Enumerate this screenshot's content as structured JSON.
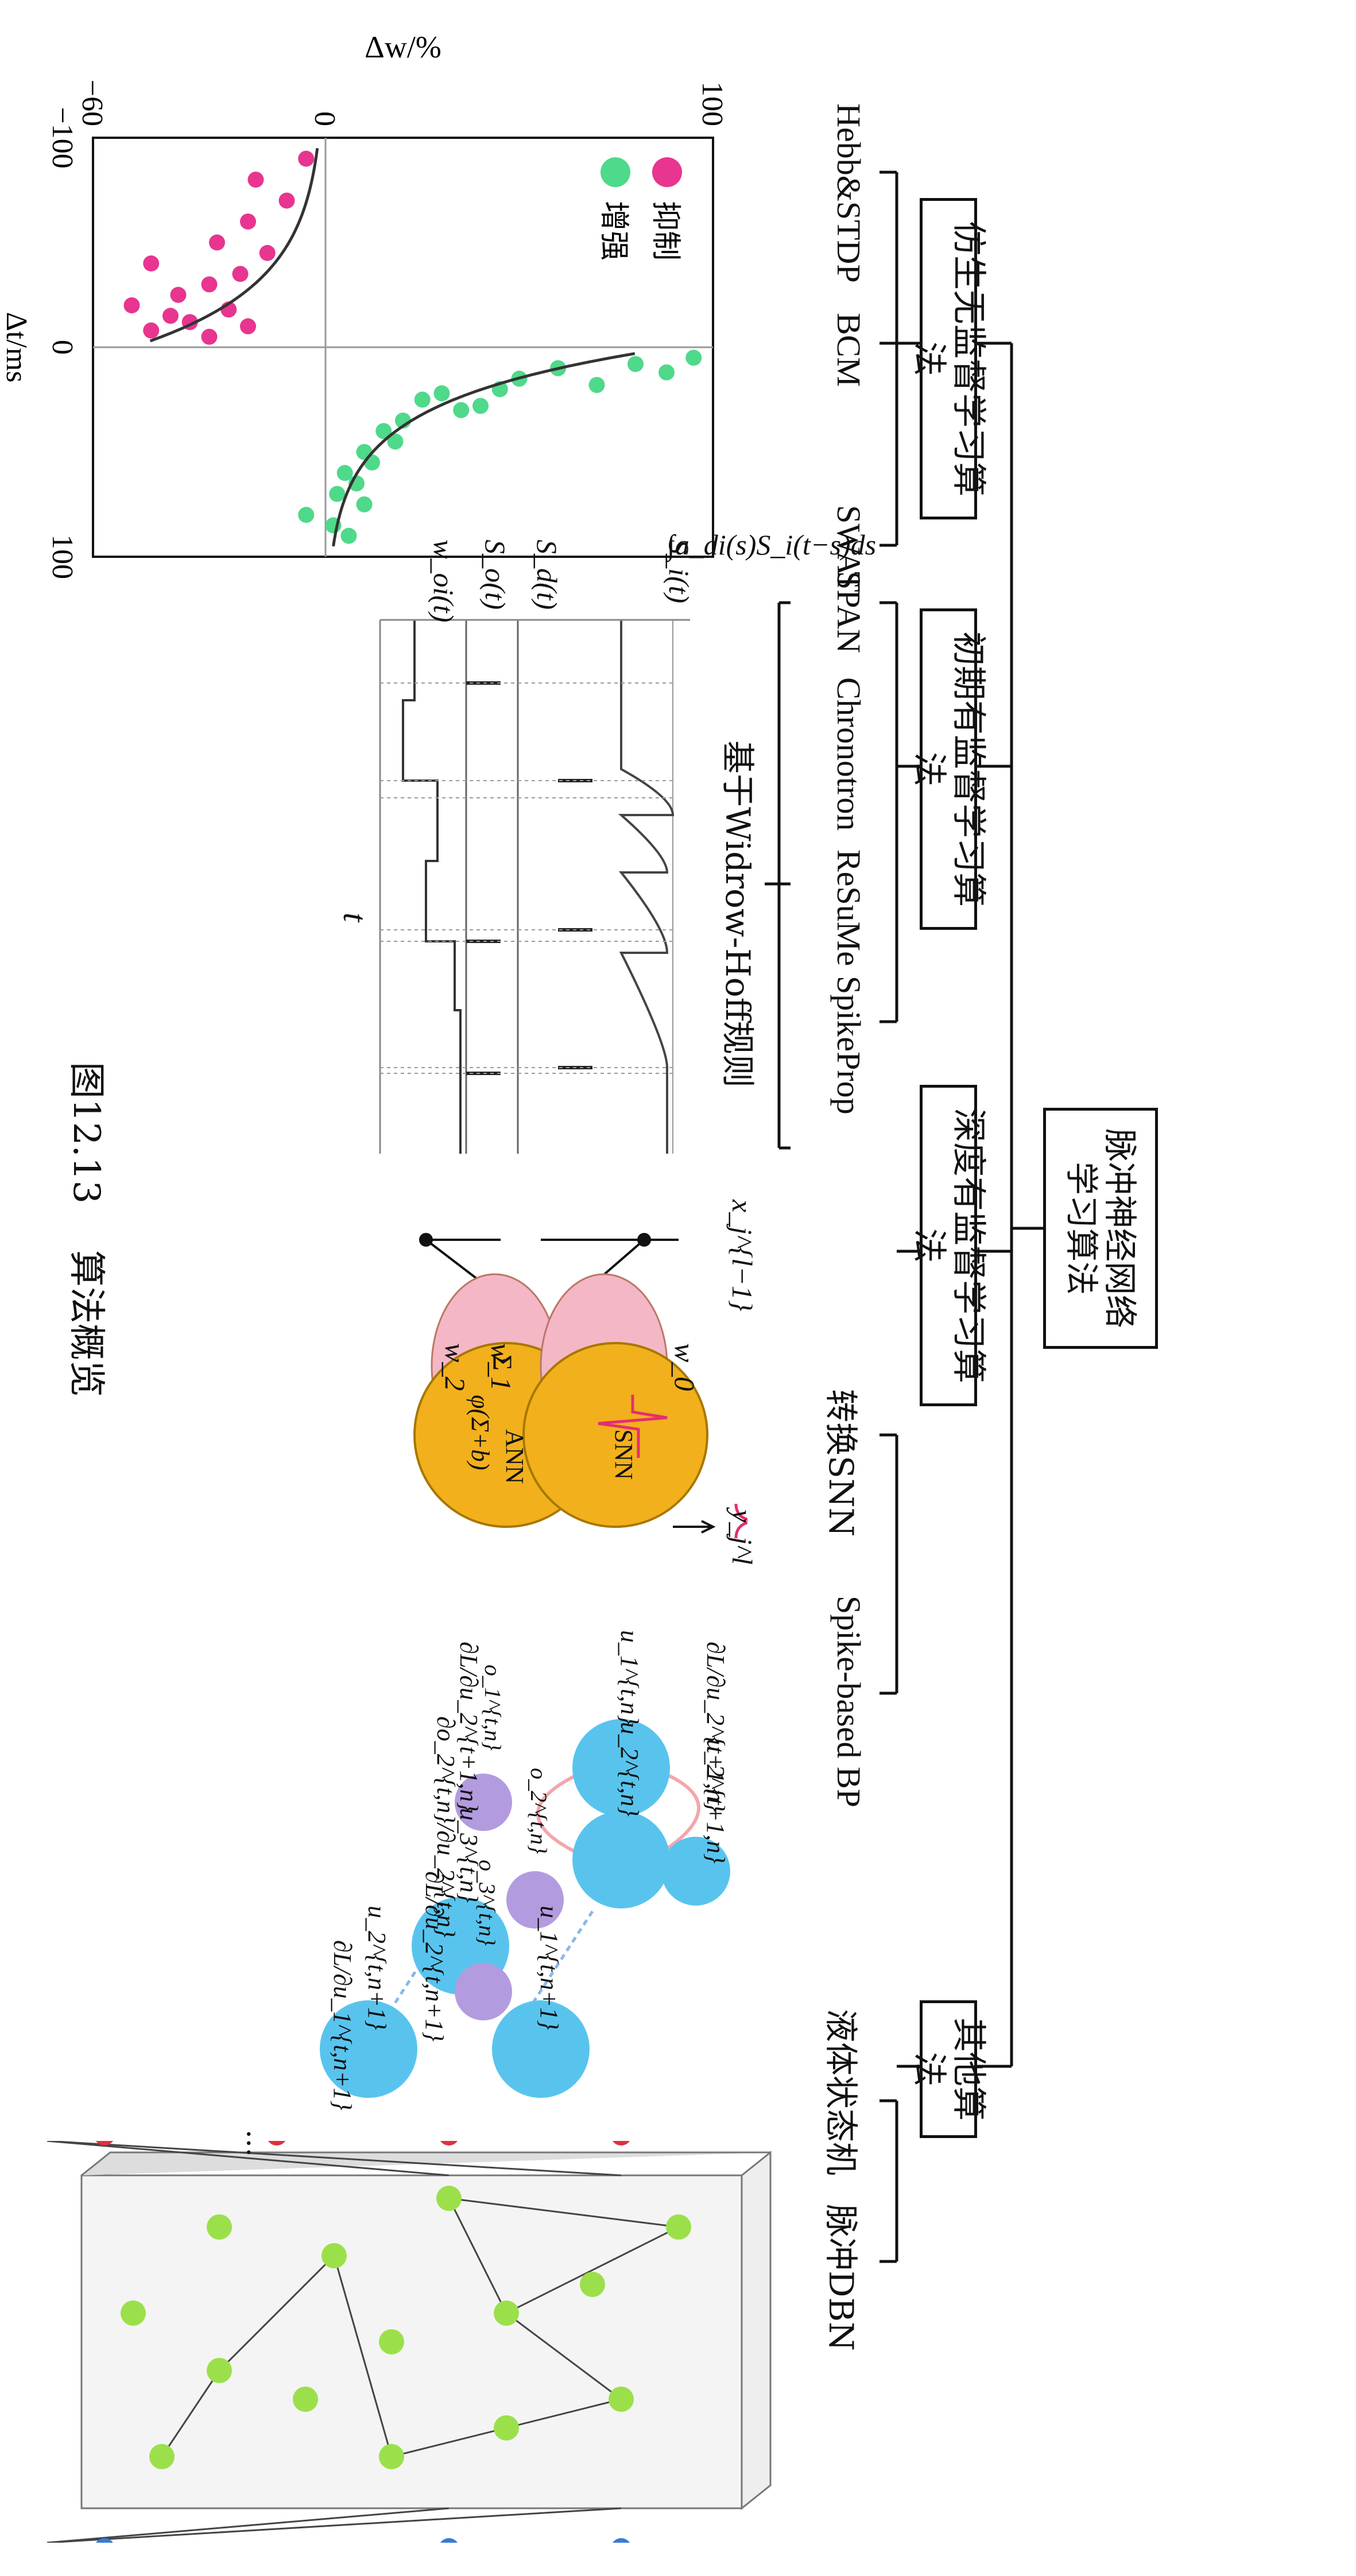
{
  "root": {
    "title_line1": "脉冲神经网络",
    "title_line2": "学习算法"
  },
  "categories": [
    {
      "name": "仿生无监督学习算法",
      "algorithms": [
        "Hebb&STDP",
        "BCM",
        "SWAT"
      ]
    },
    {
      "name": "初期有监督学习算法",
      "algorithms": [
        "SPAN",
        "Chronotron",
        "ReSuMe",
        "SpikeProp"
      ],
      "group_note": "基于Widrow-Hoff规则"
    },
    {
      "name": "深度有监督学习算法",
      "algorithms": [
        "转换SNN",
        "Spike-based BP"
      ]
    },
    {
      "name": "其他算法",
      "algorithms": [
        "液体状态机",
        "脉冲DBN"
      ]
    }
  ],
  "stdp_panel": {
    "legend": [
      "抑制",
      "增强"
    ],
    "legend_colors": {
      "抑制": "#e8358f",
      "增强": "#4fd98a"
    },
    "xlabel": "Δt/ms",
    "ylabel": "Δw/%",
    "xticks": [
      "−100",
      "0",
      "100"
    ],
    "yticks": [
      "100",
      "0",
      "−60"
    ]
  },
  "chart_data": {
    "type": "scatter",
    "xlabel": "Δt/ms",
    "ylabel": "Δw/%",
    "xlim": [
      -100,
      100
    ],
    "ylim": [
      -60,
      100
    ],
    "series": [
      {
        "name": "增强",
        "color": "#4fd98a",
        "x": [
          5,
          8,
          10,
          12,
          15,
          18,
          20,
          22,
          25,
          28,
          30,
          35,
          40,
          45,
          50,
          55,
          60,
          65,
          70,
          75,
          80,
          85,
          90
        ],
        "y": [
          95,
          80,
          60,
          88,
          50,
          70,
          45,
          30,
          25,
          40,
          35,
          20,
          15,
          18,
          10,
          12,
          5,
          8,
          3,
          10,
          -5,
          2,
          6
        ]
      },
      {
        "name": "抑制",
        "color": "#e8358f",
        "x": [
          -5,
          -8,
          -10,
          -12,
          -15,
          -18,
          -20,
          -25,
          -30,
          -35,
          -40,
          -45,
          -50,
          -60,
          -70,
          -80,
          -90
        ],
        "y": [
          -30,
          -45,
          -20,
          -35,
          -40,
          -25,
          -50,
          -38,
          -30,
          -22,
          -45,
          -15,
          -28,
          -20,
          -10,
          -18,
          -5
        ]
      }
    ]
  },
  "span_panel": {
    "expr": "∫a_di(s)S_i(t−s)ds",
    "signals": [
      "S_i(t)",
      "S_d(t)",
      "S_o(t)",
      "w_oi(t)"
    ],
    "xlabel": "t"
  },
  "conversion_panel": {
    "input": "x_j^{l−1}",
    "weights": [
      "w_0",
      "w_1",
      "w_2"
    ],
    "sum": "Σ",
    "ann": "ANN",
    "ann_fn": "φ(Σ+b)",
    "snn": "SNN",
    "output": "y_j^l"
  },
  "bp_panel": {
    "nodes": [
      "u_1^{t,n}",
      "u_2^{t,n}",
      "u_3^{t,n}",
      "u_2^{t+1,n}",
      "u_1^{t,n+1}",
      "u_2^{t,n+1}",
      "o_1^{t,n}",
      "o_2^{t,n}",
      "o_3^{t,n}"
    ],
    "gradients": [
      "∂L/∂u_2^{t+1,n}",
      "∂L/∂u_2^{t+1,n}",
      "∂o_2^{t,n}/∂u_2^{t,n}",
      "∂L/∂u_2^{t,n+1}",
      "∂L/∂u_1^{t,n+1}"
    ]
  },
  "lsm_panel": {
    "ellipsis": "···"
  },
  "caption": {
    "number": "图12.13",
    "text": "算法概览"
  },
  "colors": {
    "stdp_depress": "#e8358f",
    "stdp_potentiate": "#4fd98a",
    "ann_node": "#f2b01c",
    "bp_node": "#58c4ee",
    "bp_output": "#b39be0",
    "lsm_node": "#9be04a",
    "lsm_output": "#3a7bd5",
    "lsm_input": "#e03040"
  }
}
